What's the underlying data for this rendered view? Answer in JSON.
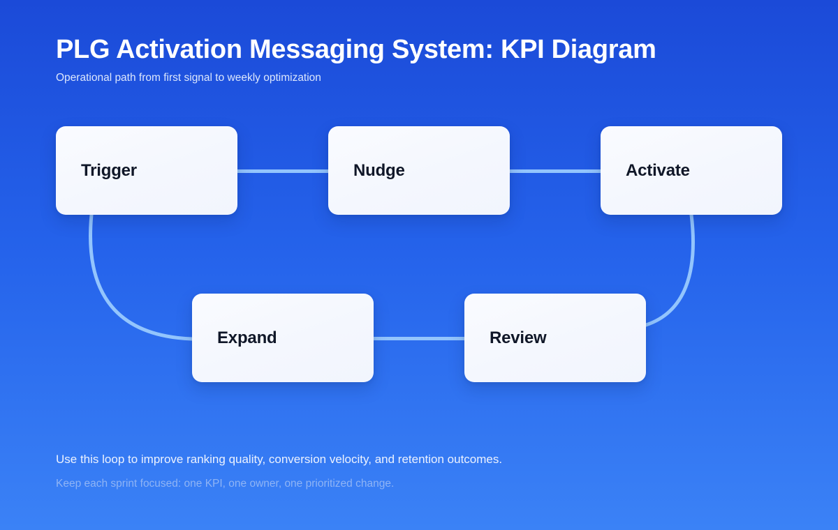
{
  "header": {
    "title": "PLG Activation Messaging System: KPI Diagram",
    "subtitle": "Operational path from first signal to weekly optimization"
  },
  "diagram": {
    "nodes": [
      {
        "id": "trigger",
        "label": "Trigger"
      },
      {
        "id": "nudge",
        "label": "Nudge"
      },
      {
        "id": "activate",
        "label": "Activate"
      },
      {
        "id": "expand",
        "label": "Expand"
      },
      {
        "id": "review",
        "label": "Review"
      }
    ],
    "edges": [
      {
        "from": "trigger",
        "to": "nudge",
        "style": "straight"
      },
      {
        "from": "nudge",
        "to": "activate",
        "style": "straight"
      },
      {
        "from": "activate",
        "to": "review",
        "style": "curve"
      },
      {
        "from": "review",
        "to": "expand",
        "style": "straight"
      },
      {
        "from": "expand",
        "to": "trigger",
        "style": "curve"
      }
    ]
  },
  "footer": {
    "primary": "Use this loop to improve ranking quality, conversion velocity, and retention outcomes.",
    "secondary": "Keep each sprint focused: one KPI, one owner, one prioritized change."
  },
  "colors": {
    "background_top": "#1b4ad8",
    "background_bottom": "#3b82f6",
    "node_fill": "#f5f7fe",
    "node_text": "#101728",
    "connector": "#93c5fd",
    "title_text": "#ffffff",
    "subtitle_text": "#dce7fd",
    "footer_primary_text": "#ecf2ff",
    "footer_secondary_text": "#8fb4f5"
  }
}
